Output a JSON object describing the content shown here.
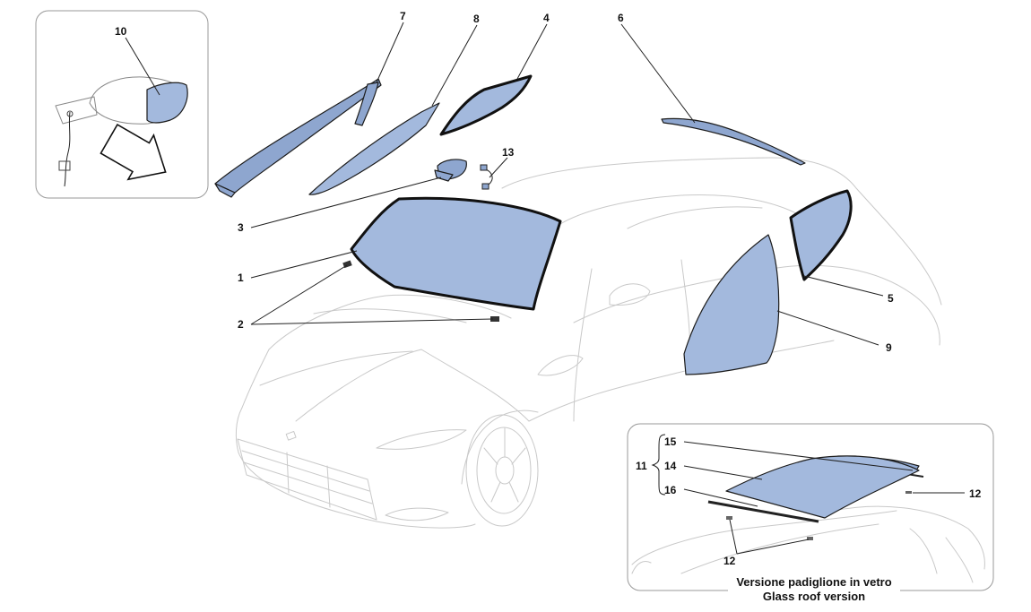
{
  "callouts": {
    "c1": "1",
    "c2": "2",
    "c3": "3",
    "c4": "4",
    "c5": "5",
    "c6": "6",
    "c7": "7",
    "c8": "8",
    "c9": "9",
    "c10": "10",
    "c11": "11",
    "c12a": "12",
    "c12b": "12",
    "c13": "13",
    "c14": "14",
    "c15": "15",
    "c16": "16"
  },
  "inset_glass_roof": {
    "caption_line1": "Versione padiglione in vetro",
    "caption_line2": "Glass roof version"
  },
  "colors": {
    "glass": "#a3b9dd",
    "outline": "#1c1c1c",
    "car_lines": "#c9c9c9"
  }
}
